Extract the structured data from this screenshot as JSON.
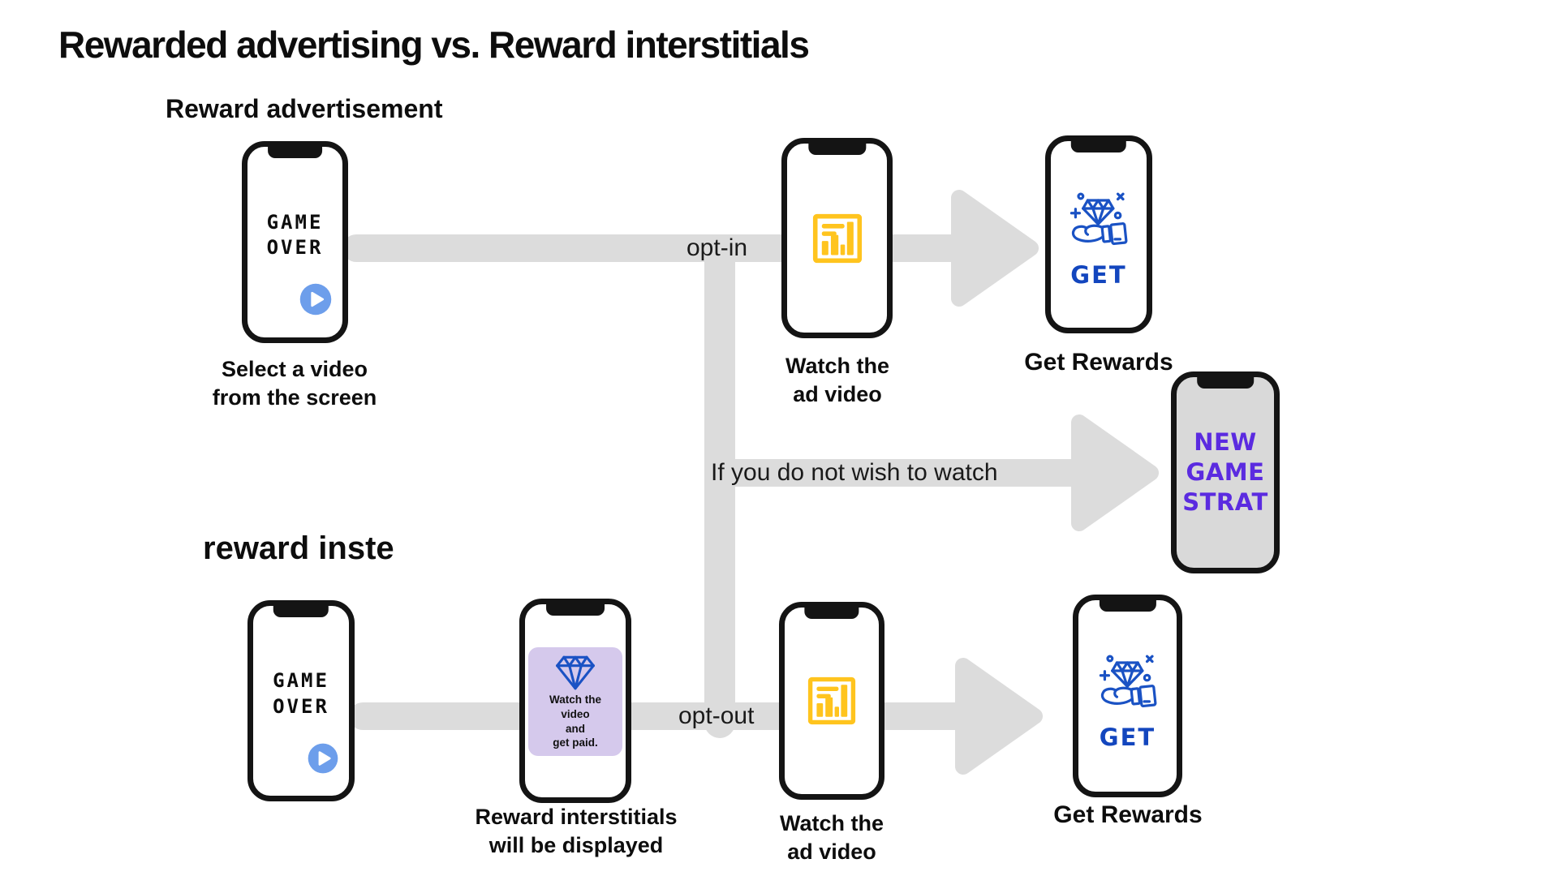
{
  "title": "Rewarded advertising vs. Reward interstitials",
  "colors": {
    "connector_gray": "#dcdcdc",
    "phone_border_black": "#141414",
    "gray_screen": "#d9d9d9",
    "play_button_blue": "#6d9eeb",
    "icon_blue": "#1a52c4",
    "get_text_blue": "#1346be",
    "new_game_purple": "#5b2be0",
    "ad_icon_yellow": "#ffc41e",
    "interstitial_lavender": "#d5c9ec"
  },
  "top_flow": {
    "section_label": "Reward advertisement",
    "game_over_text": "GAME\nOVER",
    "select_caption": "Select a video\nfrom the screen",
    "opt_label": "opt-in",
    "watch_caption": "Watch the\nad video",
    "get_label": "GET",
    "rewards_caption": "Get Rewards"
  },
  "middle_branch": {
    "condition_label": "If you do not wish to watch",
    "new_game_text": "NEW\nGAME\nSTRAT"
  },
  "bottom_flow": {
    "section_label": "reward inste",
    "game_over_text": "GAME\nOVER",
    "interstitial_screen_text": "Watch the\nvideo\nand\nget paid.",
    "interstitial_caption": "Reward interstitials\nwill be displayed",
    "opt_label": "opt-out",
    "watch_caption": "Watch the\nad video",
    "get_label": "GET",
    "rewards_caption": "Get Rewards"
  }
}
